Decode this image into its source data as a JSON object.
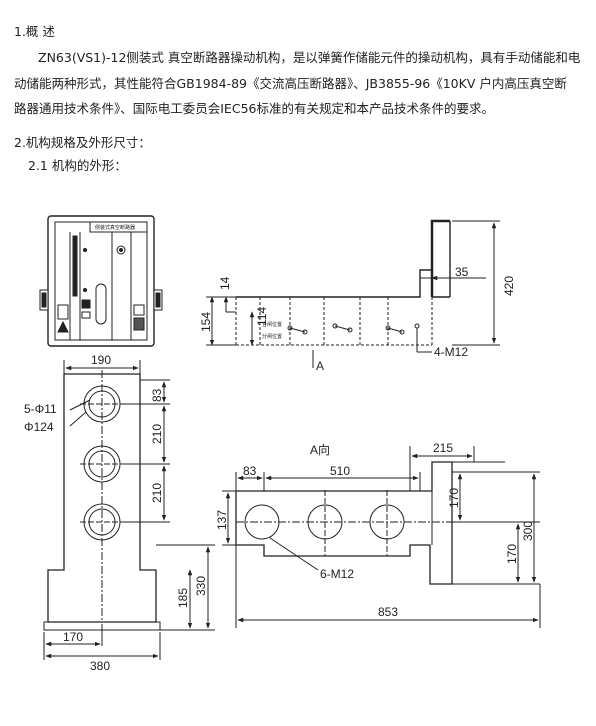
{
  "section1": {
    "heading": "1.概 述",
    "lines": [
      "ZN63(VS1)-12侧装式 真空断路器操动机构，是以弹簧作储能元件的操动机构，具有手动储能和电",
      "动储能两种形式，其性能符合GB1984-89《交流高压断路器》、JB3855-96《10KV 户内高压真空断",
      "路器通用技术条件》、国际电工委员会IEC56标准的有关规定和本产品技术条件的要求。"
    ]
  },
  "section2": {
    "heading": "2.机构规格及外形尺寸：",
    "subheading": "2.1 机构的外形："
  },
  "front_view": {
    "panel_title": "侧装式真空断路器",
    "label_on": "合闸位置",
    "label_off": "分闸位置"
  },
  "side_view": {
    "dims": {
      "d35": "35",
      "d420": "420",
      "d14": "14",
      "d154": "154",
      "d114": "114"
    },
    "label_on": "合闸位置",
    "label_off": "分闸位置",
    "callout_holes": "4-M12",
    "view_marker": "A"
  },
  "bottom_view": {
    "dims": {
      "d190": "190",
      "d83": "83",
      "d210a": "210",
      "d210b": "210",
      "d330": "330",
      "d185": "185",
      "d170": "170",
      "d380": "380"
    },
    "callout_holes": "5-Φ11",
    "callout_circle": "Φ124"
  },
  "a_view": {
    "title": "A向",
    "dims": {
      "d215": "215",
      "d83": "83",
      "d510": "510",
      "d170a": "170",
      "d137": "137",
      "d300": "300",
      "d170b": "170",
      "d853": "853"
    },
    "callout_holes": "6-M12"
  }
}
